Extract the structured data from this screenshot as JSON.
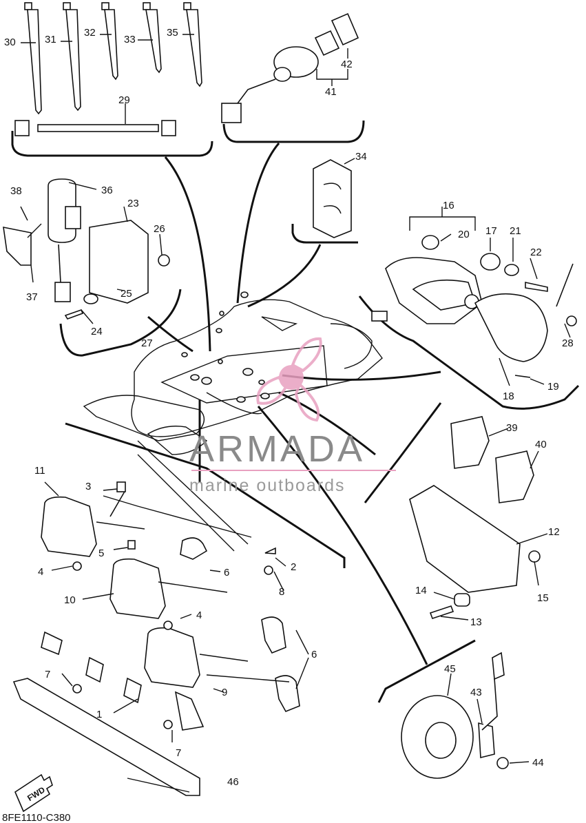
{
  "diagram": {
    "doc_code": "8FE1110-C380",
    "fwd_label": "FWD",
    "watermark": {
      "brand": "ARMADA",
      "tagline": "marine outboards",
      "accent_color": "#e8a0c0"
    },
    "callouts": [
      "1",
      "2",
      "3",
      "4",
      "4",
      "5",
      "6",
      "6",
      "7",
      "7",
      "8",
      "9",
      "10",
      "11",
      "12",
      "13",
      "14",
      "15",
      "16",
      "17",
      "18",
      "19",
      "20",
      "21",
      "22",
      "23",
      "24",
      "25",
      "26",
      "27",
      "28",
      "29",
      "30",
      "31",
      "32",
      "33",
      "34",
      "35",
      "36",
      "37",
      "38",
      "39",
      "40",
      "41",
      "42",
      "43",
      "44",
      "45",
      "46"
    ]
  }
}
